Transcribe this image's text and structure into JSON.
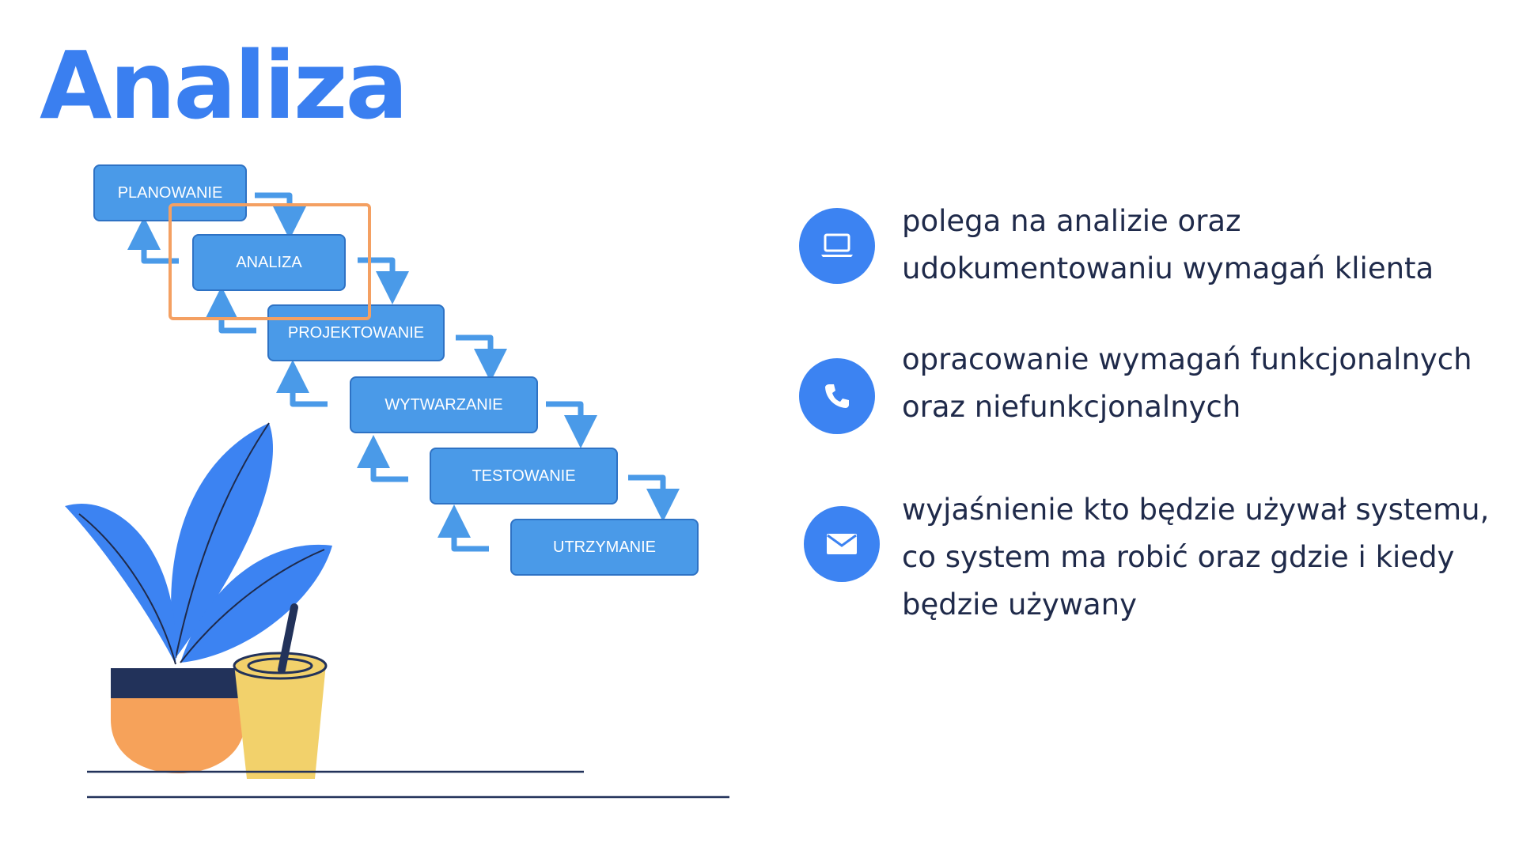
{
  "title": "Analiza",
  "colors": {
    "accent": "#3a7ff0",
    "step_fill": "#4a9ae8",
    "highlight": "#f4a062",
    "text": "#1f2a4a"
  },
  "steps": [
    {
      "label": "PLANOWANIE"
    },
    {
      "label": "ANALIZA"
    },
    {
      "label": "PROJEKTOWANIE"
    },
    {
      "label": "WYTWARZANIE"
    },
    {
      "label": "TESTOWANIE"
    },
    {
      "label": "UTRZYMANIE"
    }
  ],
  "highlighted_step": "ANALIZA",
  "points": [
    {
      "icon": "laptop-icon",
      "text": "polega na analizie oraz udokumentowaniu wymagań klienta"
    },
    {
      "icon": "phone-icon",
      "text": "opracowanie wymagań funkcjonalnych oraz niefunkcjonalnych"
    },
    {
      "icon": "mail-icon",
      "text": "wyjaśnienie kto będzie używał systemu, co system ma robić oraz gdzie i kiedy będzie używany"
    }
  ]
}
